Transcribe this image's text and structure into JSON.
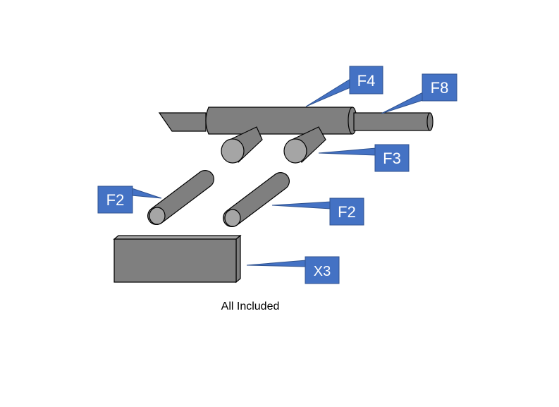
{
  "colors": {
    "part_fill": "#7f7f7f",
    "part_light": "#a5a5a5",
    "part_stroke": "#000000",
    "callout_fill": "#4472c4",
    "callout_stroke": "#2f528f",
    "callout_text": "#ffffff"
  },
  "callouts": {
    "f4": "F4",
    "f8": "F8",
    "f3": "F3",
    "f2_left": "F2",
    "f2_right": "F2",
    "x3": "X3"
  },
  "caption": "All Included"
}
